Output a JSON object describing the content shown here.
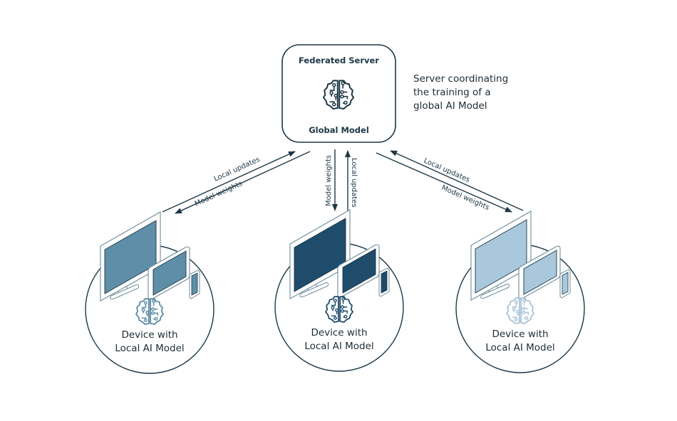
{
  "server": {
    "title": "Federated Server",
    "subtitle": "Global Model",
    "icon": "brain-circuit-icon",
    "description_lines": [
      "Server coordinating",
      "the training of a",
      "global AI Model"
    ]
  },
  "links": [
    {
      "upward_label": "Local updates",
      "downward_label": "Model weights"
    },
    {
      "upward_label": "Local updates",
      "downward_label": "Model weights"
    },
    {
      "upward_label": "Local updates",
      "downward_label": "Model weights"
    }
  ],
  "devices": [
    {
      "label_line1": "Device with",
      "label_line2": "Local AI Model",
      "icon": "brain-circuit-icon",
      "screen_color": "#5f8ea8",
      "icon_color": "#5b8aa4"
    },
    {
      "label_line1": "Device with",
      "label_line2": "Local AI Model",
      "icon": "brain-circuit-icon",
      "screen_color": "#1f4c6b",
      "icon_color": "#1f4c6b"
    },
    {
      "label_line1": "Device with",
      "label_line2": "Local AI Model",
      "icon": "brain-circuit-icon",
      "screen_color": "#a9c8db",
      "icon_color": "#a6c3d6"
    }
  ],
  "colors": {
    "stroke": "#1c3746",
    "server_icon": "#1c3746"
  }
}
